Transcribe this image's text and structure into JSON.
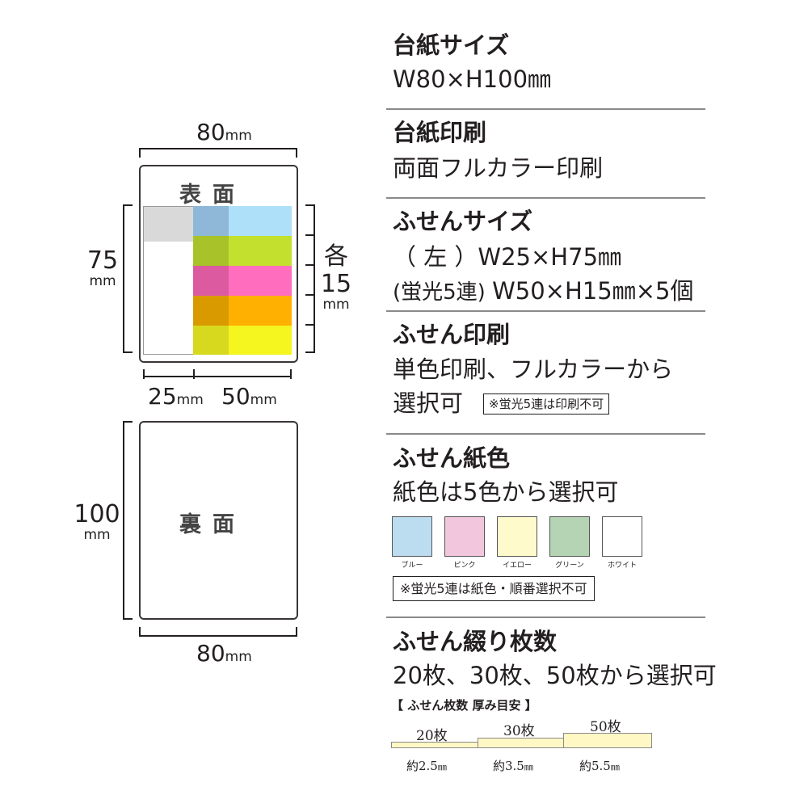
{
  "diagram": {
    "front": {
      "width_num": "80",
      "width_unit": "mm",
      "title": "表面",
      "height_num": "75",
      "height_unit": "mm",
      "each_label": "各",
      "each_num": "15",
      "each_unit": "mm",
      "left_width_num": "25",
      "left_width_unit": "mm",
      "right_width_num": "50",
      "right_width_unit": "mm"
    },
    "back": {
      "title": "裏面",
      "height_num": "100",
      "height_unit": "mm",
      "width_num": "80",
      "width_unit": "mm"
    },
    "strips": [
      {
        "dark": "#8fb8d8",
        "light": "#aee0fa"
      },
      {
        "dark": "#a8c22a",
        "light": "#c3e02e"
      },
      {
        "dark": "#dc5aa0",
        "light": "#ff6ebe"
      },
      {
        "dark": "#d99a00",
        "light": "#ffb000"
      },
      {
        "dark": "#d6d91e",
        "light": "#f5f520"
      }
    ]
  },
  "specs": {
    "board_size": {
      "title": "台紙サイズ",
      "value": "W80×H100㎜"
    },
    "board_print": {
      "title": "台紙印刷",
      "value": "両面フルカラー印刷"
    },
    "sticky_size": {
      "title": "ふせんサイズ",
      "left_line": "（ 左 ）W25×H75㎜",
      "fluor_prefix": "(蛍光5連)",
      "fluor_value": "W50×H15㎜×5個"
    },
    "sticky_print": {
      "title": "ふせん印刷",
      "line1": "単色印刷、フルカラーから",
      "line2": "選択可",
      "note": "※蛍光5連は印刷不可"
    },
    "sticky_color": {
      "title": "ふせん紙色",
      "line": "紙色は5色から選択可",
      "swatches": [
        {
          "label": "ブルー",
          "color": "#bcdcf0"
        },
        {
          "label": "ピンク",
          "color": "#f2c6dc"
        },
        {
          "label": "イエロー",
          "color": "#fffacc"
        },
        {
          "label": "グリーン",
          "color": "#b4d4b4"
        },
        {
          "label": "ホワイト",
          "color": "#ffffff"
        }
      ],
      "note": "※蛍光5連は紙色・順番選択不可"
    },
    "sticky_count": {
      "title": "ふせん綴り枚数",
      "line": "20枚、30枚、50枚から選択可",
      "guide": "【 ふせん枚数 厚み目安 】",
      "stacks": [
        {
          "count": "20枚",
          "approx": "約2.5",
          "unit": "㎜"
        },
        {
          "count": "30枚",
          "approx": "約3.5",
          "unit": "㎜"
        },
        {
          "count": "50枚",
          "approx": "約5.5",
          "unit": "㎜"
        }
      ]
    }
  }
}
